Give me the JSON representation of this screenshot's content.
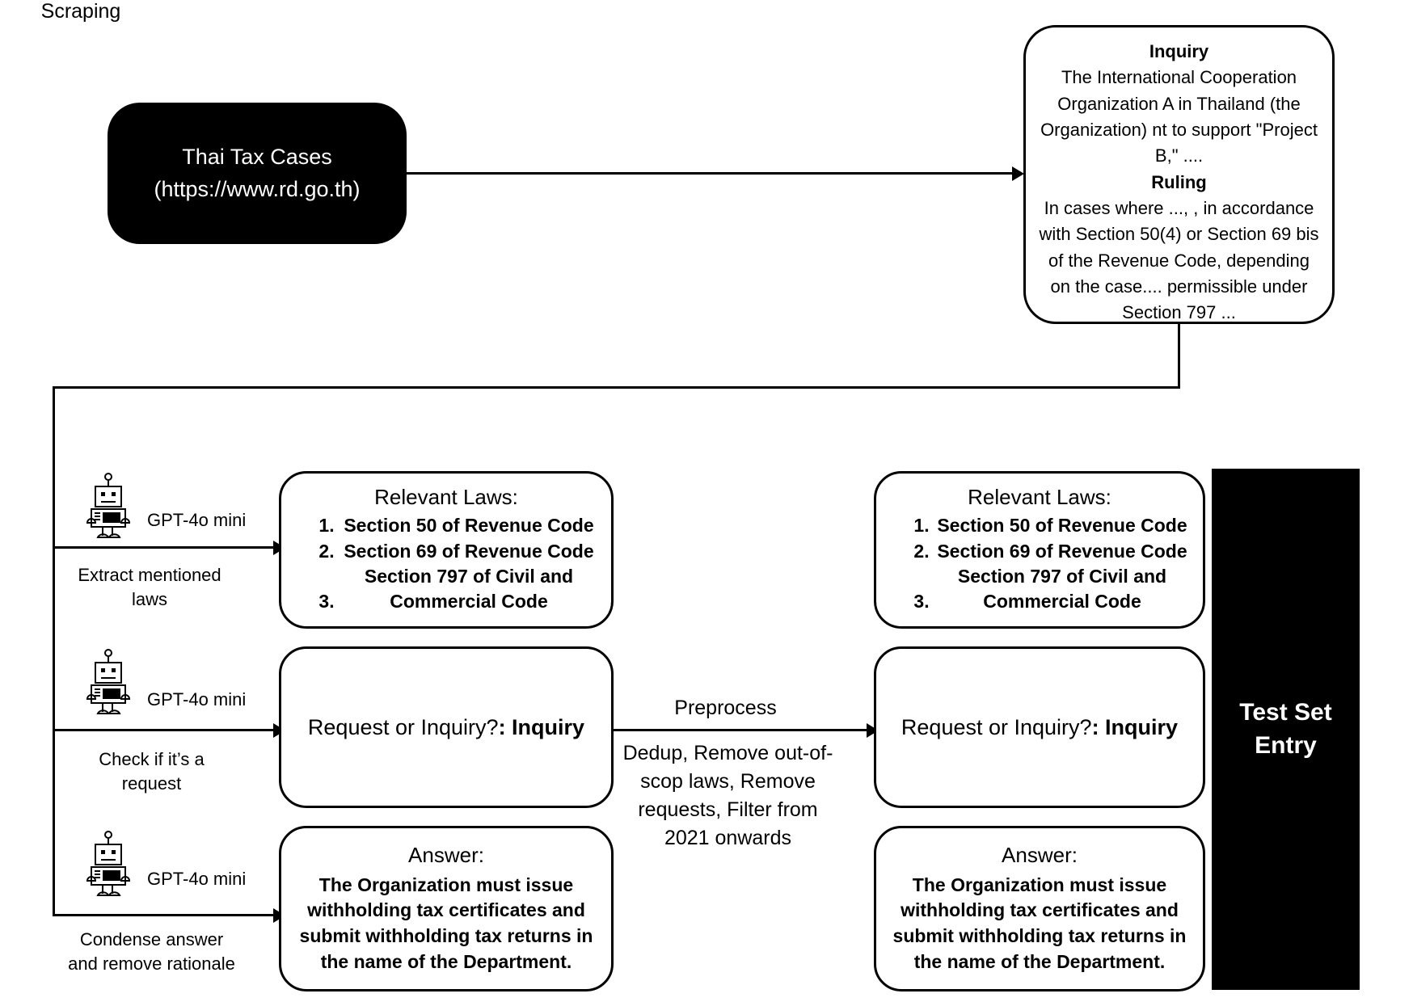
{
  "source": {
    "title": "Thai Tax Cases",
    "url": "(https://www.rd.go.th)"
  },
  "edges": {
    "scraping": "Scraping",
    "preprocess_title": "Preprocess",
    "preprocess_detail": "Dedup, Remove out-of-scop laws, Remove requests, Filter from 2021 onwards"
  },
  "case_document": {
    "inquiry_heading": "Inquiry",
    "inquiry_body": "The International Cooperation Organization A in Thailand (the Organization) nt to support \"Project B,\" ....",
    "ruling_heading": "Ruling",
    "ruling_body": "In cases where ..., , in accordance with Section 50(4) or Section 69 bis of the Revenue Code, depending on the case.... permissible under Section 797 ..."
  },
  "steps": [
    {
      "model": "GPT-4o mini",
      "action": "Extract mentioned laws",
      "icon": "robot-icon"
    },
    {
      "model": "GPT-4o mini",
      "action": "Check if it’s a request",
      "icon": "robot-icon"
    },
    {
      "model": "GPT-4o mini",
      "action": "Condense answer and remove rationale",
      "icon": "robot-icon"
    }
  ],
  "raw_outputs": {
    "laws": {
      "title": "Relevant Laws:",
      "items": [
        "Section 50 of Revenue Code",
        "Section 69 of Revenue Code",
        "Section 797 of Civil and Commercial Code"
      ]
    },
    "classification": {
      "question": "Request or Inquiry?",
      "value": ": Inquiry"
    },
    "answer": {
      "title": "Answer:",
      "body": "The Organization must issue withholding tax certificates and submit withholding tax returns in the name of the Department."
    }
  },
  "processed_outputs": {
    "laws": {
      "title": "Relevant Laws:",
      "items": [
        "Section 50 of Revenue Code",
        "Section 69 of Revenue Code",
        "Section 797 of Civil and Commercial Code"
      ]
    },
    "classification": {
      "question": "Request or Inquiry?",
      "value": ": Inquiry"
    },
    "answer": {
      "title": "Answer:",
      "body": "The Organization must issue withholding tax certificates and submit withholding tax returns in the name of the Department."
    }
  },
  "test_set": {
    "label": "Test Set Entry"
  },
  "colors": {
    "stroke": "#000000",
    "fill": "#ffffff",
    "inverse_bg": "#000000",
    "inverse_text": "#ffffff"
  }
}
